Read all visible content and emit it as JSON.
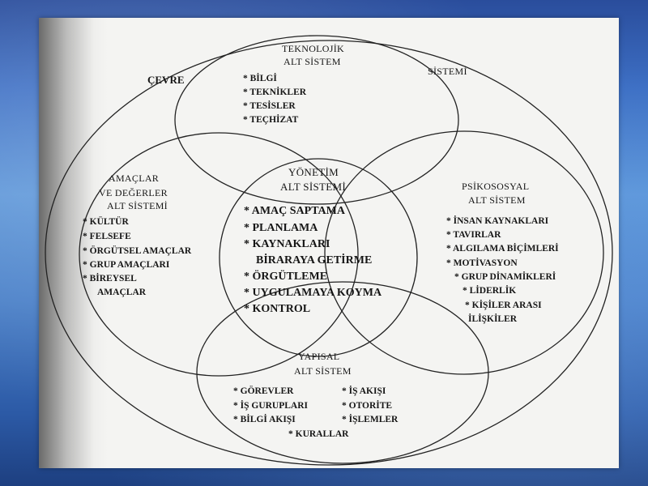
{
  "outer_labels": {
    "environment": "ÇEVRE",
    "system": "SİSTEMİ"
  },
  "technological": {
    "title_line1": "TEKNOLOJİK",
    "title_line2": "ALT SİSTEM",
    "items": [
      "* BİLGİ",
      "* TEKNİKLER",
      "* TESİSLER",
      "* TEÇHİZAT"
    ]
  },
  "goals_values": {
    "title_line1": "AMAÇLAR",
    "title_line2": "VE DEĞERLER",
    "title_line3": "ALT SİSTEMİ",
    "items": [
      "* KÜLTÜR",
      "* FELSEFE",
      "* ÖRGÜTSEL AMAÇLAR",
      "* GRUP AMAÇLARI",
      "* BİREYSEL",
      "AMAÇLAR"
    ]
  },
  "management": {
    "title_line1": "YÖNETİM",
    "title_line2": "ALT SİSTEMİ",
    "items": [
      "* AMAÇ SAPTAMA",
      "* PLANLAMA",
      "* KAYNAKLARI",
      "BİRARAYA GETİRME",
      "* ÖRGÜTLEME",
      "* UYGULAMAYA KOYMA",
      "* KONTROL"
    ]
  },
  "psychosocial": {
    "title_line1": "PSİKOSOSYAL",
    "title_line2": "ALT SİSTEM",
    "items": [
      "* İNSAN KAYNAKLARI",
      "* TAVIRLAR",
      "* ALGILAMA BİÇİMLERİ",
      "* MOTİVASYON",
      "* GRUP DİNAMİKLERİ",
      "* LİDERLİK",
      "* KİŞİLER ARASI",
      "İLİŞKİLER"
    ]
  },
  "structural": {
    "title_line1": "YAPISAL",
    "title_line2": "ALT SİSTEM",
    "items_left": [
      "* GÖREVLER",
      "* İŞ GURUPLARI",
      "* BİLGİ AKIŞI"
    ],
    "items_right": [
      "* İŞ AKIŞI",
      "* OTORİTE",
      "* İŞLEMLER"
    ],
    "item_bottom": "* KURALLAR"
  }
}
